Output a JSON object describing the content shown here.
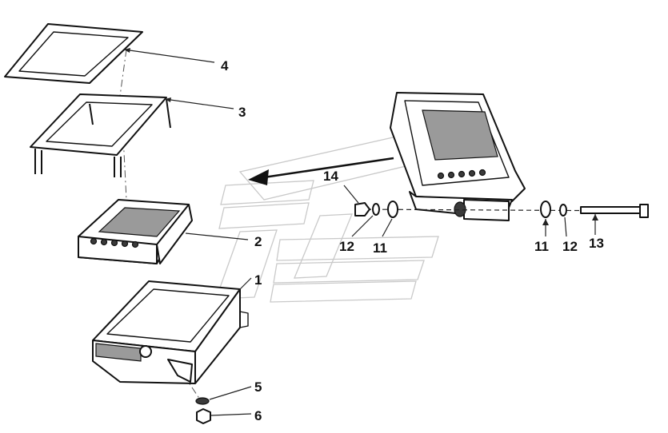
{
  "callouts": [
    {
      "id": "4",
      "label": "4"
    },
    {
      "id": "3",
      "label": "3"
    },
    {
      "id": "2",
      "label": "2"
    },
    {
      "id": "1",
      "label": "1"
    },
    {
      "id": "5",
      "label": "5"
    },
    {
      "id": "6",
      "label": "6"
    },
    {
      "id": "14",
      "label": "14"
    },
    {
      "id": "12a",
      "label": "12"
    },
    {
      "id": "11a",
      "label": "11"
    },
    {
      "id": "11b",
      "label": "11"
    },
    {
      "id": "12b",
      "label": "12"
    },
    {
      "id": "13",
      "label": "13"
    }
  ]
}
